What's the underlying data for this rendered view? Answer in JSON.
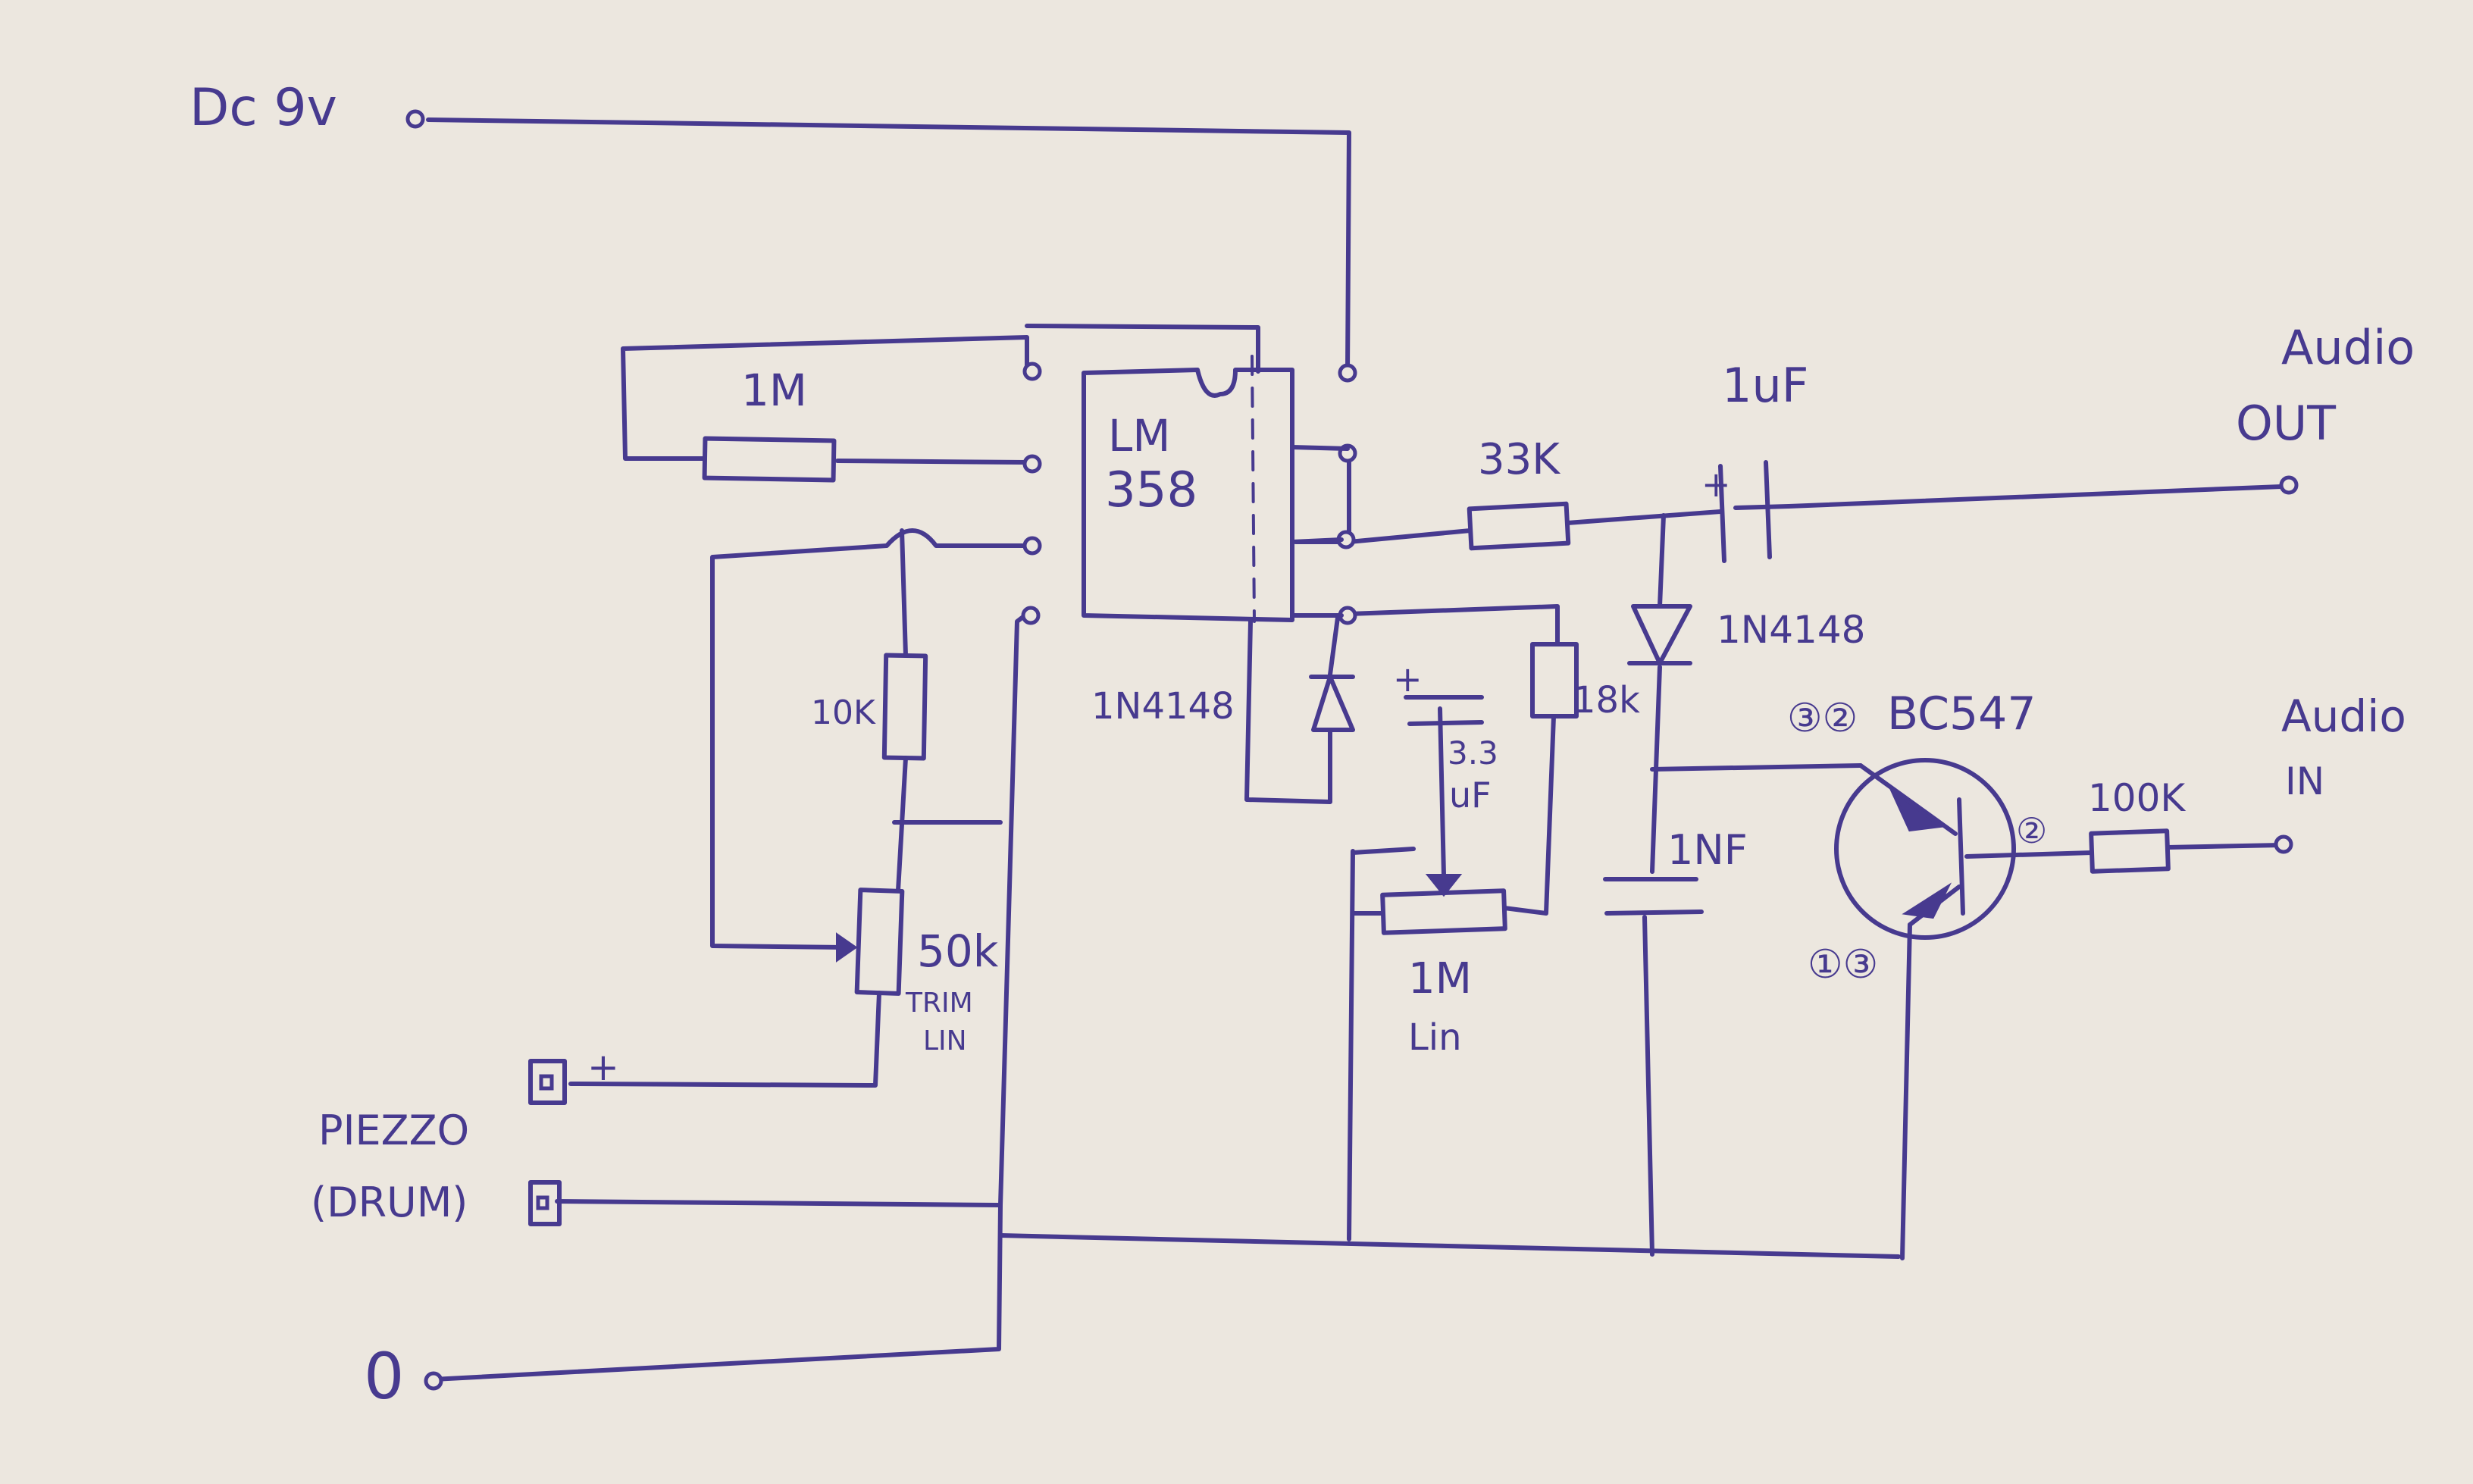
{
  "labels": {
    "dc_supply": "Dc 9v",
    "r_1m": "1M",
    "ic_line1": "LM",
    "ic_line2": "358",
    "r_33k": "33K",
    "c_1uf": "1uF",
    "audio_out_line1": "Audio",
    "audio_out_line2": "OUT",
    "r_10k": "10K",
    "diode_label_left": "1N4148",
    "cap_plus": "+",
    "c_33uf_line1": "3.3",
    "c_33uf_line2": "uF",
    "r_18k": "18k",
    "diode_label_right": "1N4148",
    "transistor_pin_top": "③②",
    "transistor": "BC547",
    "audio_in_line1": "Audio",
    "audio_in_line2": "IN",
    "pin_base": "②",
    "r_100k": "100K",
    "c_1nf": "1NF",
    "pot_50k": "50k",
    "pot_50k_sub1": "TRIM",
    "pot_50k_sub2": "LIN",
    "pot_1m": "1M",
    "pot_1m_sub": "Lin",
    "transistor_pin_bottom": "①③",
    "piezzo_plus": "+",
    "piezzo_line1": "PIEZZO",
    "piezzo_line2": "(DRUM)",
    "ground": "0"
  }
}
